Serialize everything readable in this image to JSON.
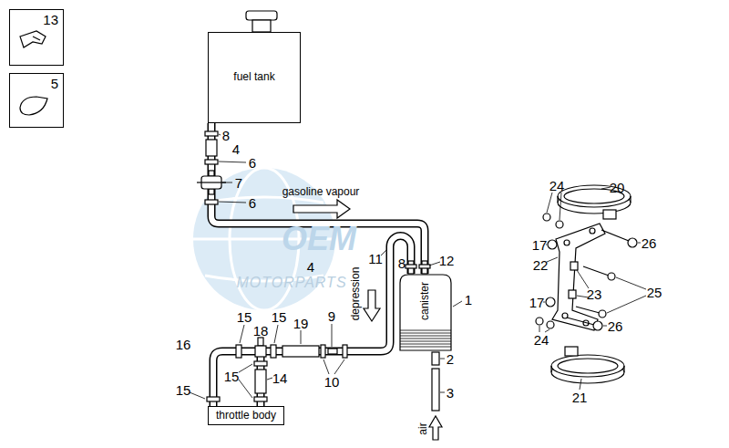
{
  "diagram": {
    "nodes": [
      {
        "text": [
          "13"
        ]
      },
      {
        "text": [
          "5"
        ]
      },
      {
        "text": [
          "fuel tank"
        ]
      },
      {
        "text": [
          "canister"
        ]
      },
      {
        "text": [
          "throttle body"
        ]
      }
    ],
    "edges": [
      {
        "from": 2,
        "to": 3,
        "arrow": "none"
      },
      {
        "from": 3,
        "to": 4,
        "arrow": "none"
      }
    ],
    "labels": [
      "8",
      "4",
      "6",
      "7",
      "6",
      "gasoline vapour",
      "4",
      "11",
      "8",
      "12",
      "depression",
      "1",
      "9",
      "10",
      "2",
      "3",
      "air",
      "15",
      "18",
      "15",
      "19",
      "16",
      "15",
      "15",
      "14",
      "20",
      "24",
      "26",
      "17",
      "22",
      "23",
      "25",
      "17",
      "24",
      "26",
      "21",
      "OEM",
      "MOTORPARTS"
    ]
  }
}
